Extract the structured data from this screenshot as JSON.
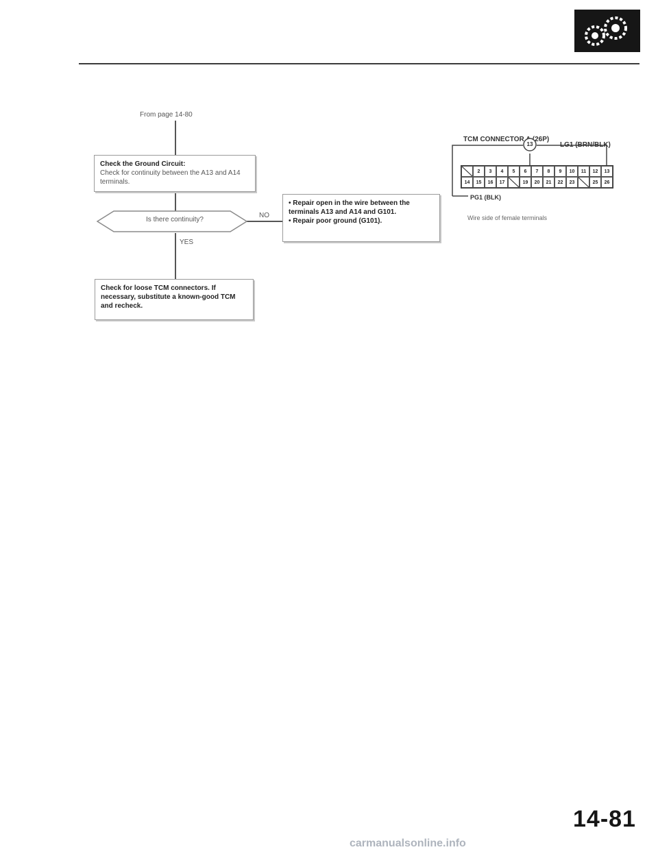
{
  "flowchart": {
    "from_page": "From page 14-80",
    "check_ground": {
      "title": "Check the Ground Circuit:",
      "text": "Check for continuity between the A13 and A14 terminals."
    },
    "question": "Is there continuity?",
    "no_label": "NO",
    "yes_label": "YES",
    "repair": {
      "item1": "• Repair open in the wire between the terminals A13 and A14 and G101.",
      "item2": "• Repair poor ground (G101)."
    },
    "final_check": "Check for loose TCM connectors. If necessary, substitute a known-good TCM and recheck."
  },
  "connector": {
    "title": "TCM CONNECTOR A (26P)",
    "lg1_label": "LG1 (BRN/BLK)",
    "pg1_label": "PG1 (BLK)",
    "caption": "Wire side of female terminals",
    "callout": "13",
    "row1": [
      "",
      "2",
      "3",
      "4",
      "5",
      "6",
      "7",
      "8",
      "9",
      "10",
      "11",
      "12",
      "13"
    ],
    "row2": [
      "14",
      "15",
      "16",
      "17",
      "",
      "19",
      "20",
      "21",
      "22",
      "23",
      "",
      "25",
      "26"
    ]
  },
  "page_number": "14-81",
  "footer": "carmanualsonline.info"
}
